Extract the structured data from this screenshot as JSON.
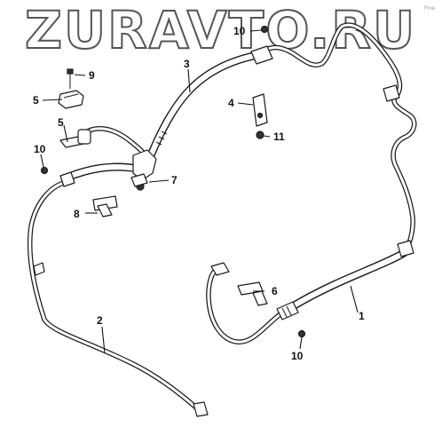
{
  "watermark": "ZURAVTO.RU",
  "corner_mark": "Fine",
  "callouts": [
    {
      "id": "callout-1",
      "label": "1"
    },
    {
      "id": "callout-2",
      "label": "2"
    },
    {
      "id": "callout-3",
      "label": "3"
    },
    {
      "id": "callout-4",
      "label": "4"
    },
    {
      "id": "callout-5a",
      "label": "5"
    },
    {
      "id": "callout-5b",
      "label": "5"
    },
    {
      "id": "callout-6",
      "label": "6"
    },
    {
      "id": "callout-7",
      "label": "7"
    },
    {
      "id": "callout-8",
      "label": "8"
    },
    {
      "id": "callout-9",
      "label": "9"
    },
    {
      "id": "callout-10a",
      "label": "10"
    },
    {
      "id": "callout-10b",
      "label": "10"
    },
    {
      "id": "callout-10c",
      "label": "10"
    },
    {
      "id": "callout-11",
      "label": "11"
    }
  ]
}
